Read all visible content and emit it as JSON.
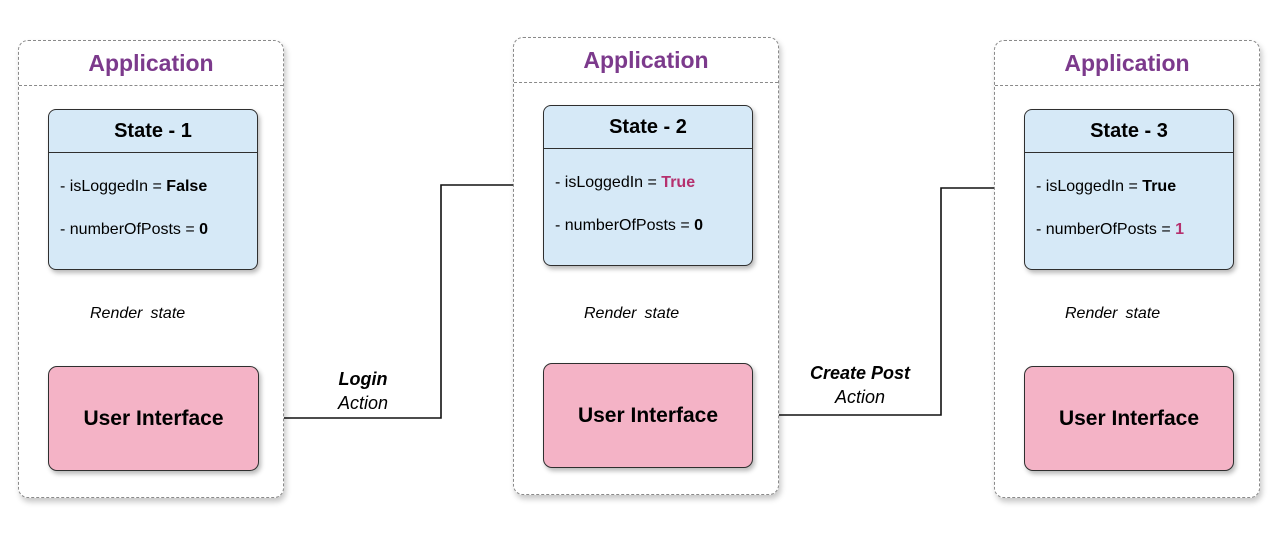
{
  "applications": [
    {
      "title": "Application",
      "state_title": "State - 1",
      "logged_label": "- isLoggedIn = ",
      "logged_value": "False",
      "posts_label": "- numberOfPosts = ",
      "posts_value": "0",
      "render_word1": "Render",
      "render_word2": "state",
      "ui_label": "User Interface"
    },
    {
      "title": "Application",
      "state_title": "State - 2",
      "logged_label": "- isLoggedIn = ",
      "logged_value": "True",
      "posts_label": "- numberOfPosts = ",
      "posts_value": "0",
      "render_word1": "Render",
      "render_word2": "state",
      "ui_label": "User Interface"
    },
    {
      "title": "Application",
      "state_title": "State - 3",
      "logged_label": "- isLoggedIn = ",
      "logged_value": "True",
      "posts_label": "- numberOfPosts = ",
      "posts_value": "1",
      "render_word1": "Render",
      "render_word2": "state",
      "ui_label": "User Interface"
    }
  ],
  "actions": [
    {
      "name": "Login",
      "word": "Action"
    },
    {
      "name": "Create Post",
      "word": "Action"
    }
  ],
  "colors": {
    "title": "#7c3a8c",
    "state_fill": "#d6e9f7",
    "ui_fill": "#f4b3c6",
    "changed_value": "#b5306e"
  }
}
